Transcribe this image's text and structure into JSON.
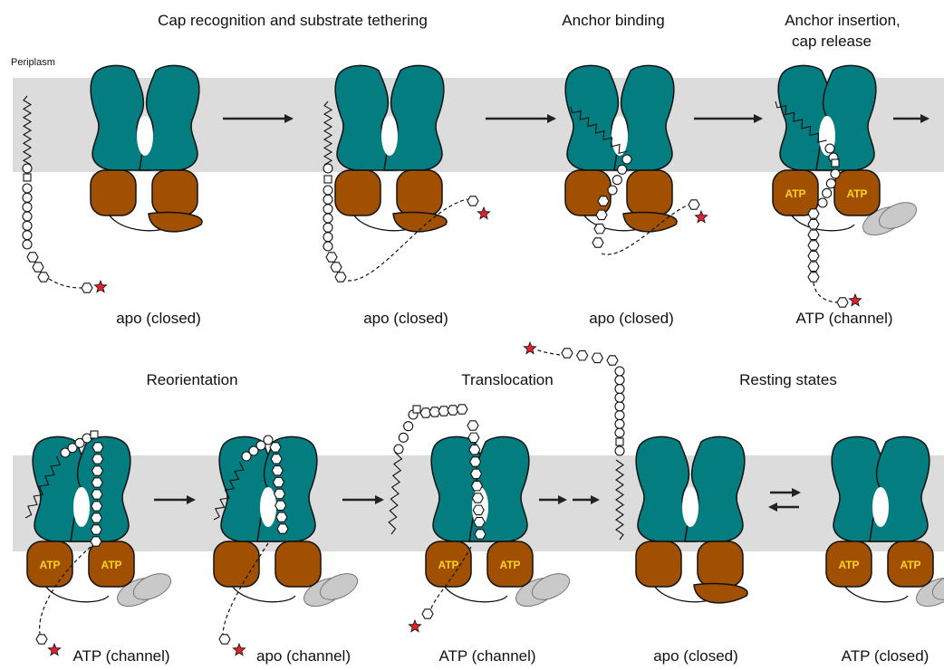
{
  "colors": {
    "membrane": "#dcdcdc",
    "tmd": "#037d80",
    "nbd": "#a05000",
    "periplasmic_partner": "#c9c9c9",
    "atp_text": "#ffd21f",
    "cap_star": "#e8202a"
  },
  "labels": {
    "periplasm": "Periplasm",
    "headings": [
      "Cap recognition and substrate tethering",
      "Anchor binding",
      "Anchor insertion,",
      "cap release",
      "Reorientation",
      "Translocation",
      "Resting states"
    ],
    "states": [
      "apo (closed)",
      "apo (closed)",
      "apo (closed)",
      "ATP (channel)",
      "ATP (channel)",
      "apo (channel)",
      "ATP (channel)",
      "apo (closed)",
      "ATP (closed)"
    ],
    "atp": "ATP"
  }
}
